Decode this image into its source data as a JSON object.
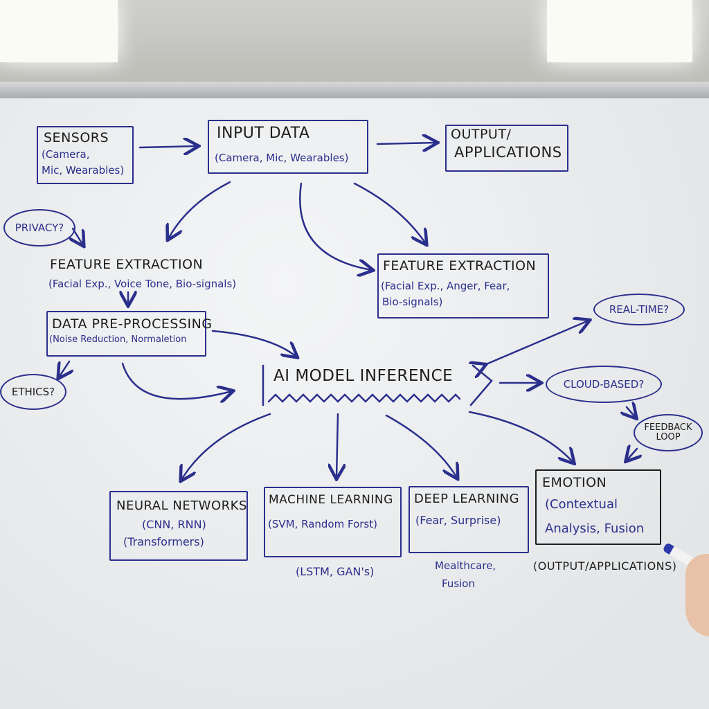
{
  "colors": {
    "ink_blue": "#2b2f8c",
    "ink_black": "#1d1d1d",
    "board": "#eef0f1"
  },
  "nodes": {
    "sensors": {
      "title": "SENSORS",
      "sub1": "(Camera,",
      "sub2": "Mic, Wearables)"
    },
    "input_data": {
      "title": "INPUT DATA",
      "sub": "(Camera, Mic, Wearables)"
    },
    "output_top": {
      "line1": "OUTPUT/",
      "line2": "APPLICATIONS"
    },
    "feature_left": {
      "title": "FEATURE EXTRACTION",
      "sub": "(Facial Exp., Voice Tone, Bio-signals)"
    },
    "feature_right": {
      "title": "FEATURE EXTRACTION",
      "sub1": "(Facial Exp., Anger, Fear,",
      "sub2": "Bio-signals)"
    },
    "preprocessing": {
      "title": "DATA PRE-PROCESSING",
      "sub": "(Noise Reduction, Normaletion"
    },
    "ai_model": {
      "title": "AI MODEL INFERENCE"
    },
    "neural": {
      "title": "NEURAL NETWORKS",
      "sub1": "(CNN, RNN)",
      "sub2": "(Transformers)"
    },
    "ml": {
      "title": "MACHINE LEARNING",
      "sub": "(SVM, Random Forst)"
    },
    "dl": {
      "title": "DEEP LEARNING",
      "sub": "(Fear, Surprise)"
    },
    "emotion": {
      "title": "EMOTION",
      "sub1": "(Contextual",
      "sub2": "Analysis, Fusion"
    }
  },
  "notes": {
    "privacy": "PRIVACY?",
    "ethics": "ETHICS?",
    "realtime": "REAL-TIME?",
    "cloud": "CLOUD-BASED?",
    "feedback1": "FEEDBACK",
    "feedback2": "LOOP",
    "lstm": "(LSTM, GAN's)",
    "healthcare1": "Mealthcare,",
    "healthcare2": "Fusion",
    "output_bottom": "(OUTPUT/APPLICATIONS)"
  }
}
